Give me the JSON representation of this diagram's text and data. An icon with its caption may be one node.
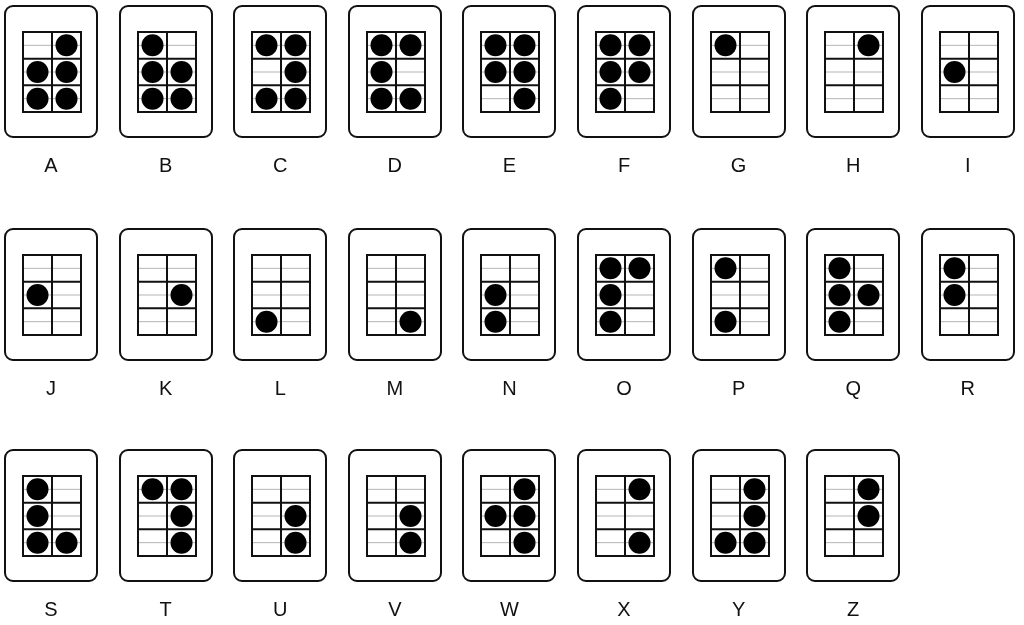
{
  "diagram": {
    "nodes": [
      {
        "text": [
          "A"
        ]
      },
      {
        "text": [
          "B"
        ]
      },
      {
        "text": [
          "C"
        ]
      },
      {
        "text": [
          "D"
        ]
      },
      {
        "text": [
          "E"
        ]
      },
      {
        "text": [
          "F"
        ]
      },
      {
        "text": [
          "G"
        ]
      },
      {
        "text": [
          "H"
        ]
      },
      {
        "text": [
          "I"
        ]
      },
      {
        "text": [
          "J"
        ]
      },
      {
        "text": [
          "K"
        ]
      },
      {
        "text": [
          "L"
        ]
      },
      {
        "text": [
          "M"
        ]
      },
      {
        "text": [
          "N"
        ]
      },
      {
        "text": [
          "O"
        ]
      },
      {
        "text": [
          "P"
        ]
      },
      {
        "text": [
          "Q"
        ]
      },
      {
        "text": [
          "R"
        ]
      },
      {
        "text": [
          "S"
        ]
      },
      {
        "text": [
          "T"
        ]
      },
      {
        "text": [
          "U"
        ]
      },
      {
        "text": [
          "V"
        ]
      },
      {
        "text": [
          "W"
        ]
      },
      {
        "text": [
          "X"
        ]
      },
      {
        "text": [
          "Y"
        ]
      },
      {
        "text": [
          "Z"
        ]
      }
    ]
  }
}
